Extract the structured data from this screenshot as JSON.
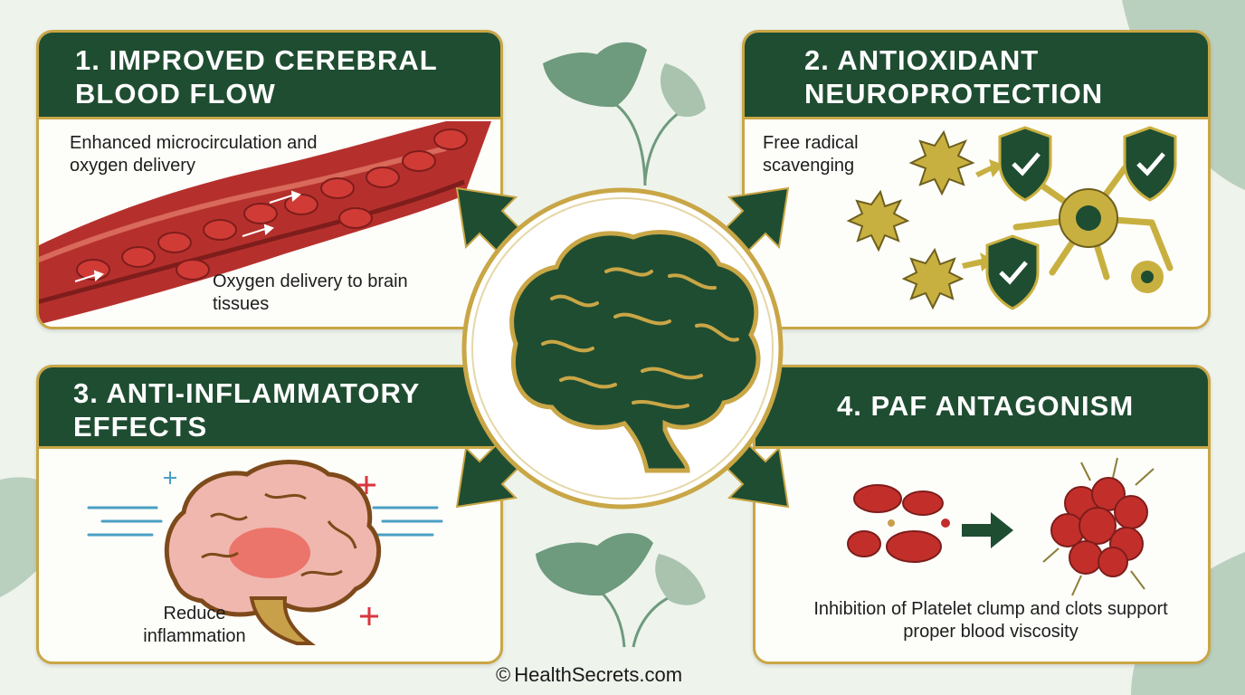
{
  "panels": [
    {
      "title_lines": [
        "1. IMPROVED CEREBRAL",
        "BLOOD FLOW"
      ],
      "texts": [
        "Enhanced microcirculation and oxygen delivery",
        "Oxygen delivery to brain tissues"
      ]
    },
    {
      "title_lines": [
        "2. ANTIOXIDANT",
        "NEUROPROTECTION"
      ],
      "texts": [
        "Free radical scavenging"
      ]
    },
    {
      "title_lines": [
        "3. ANTI-INFLAMMATORY",
        "EFFECTS"
      ],
      "texts": [
        "Reduce inflammation"
      ]
    },
    {
      "title_lines": [
        "4. PAF ANTAGONISM"
      ],
      "texts": [
        "Inhibition of Platelet clump and clots support proper blood viscosity"
      ]
    }
  ],
  "footer": {
    "copyright_symbol": "©",
    "site": "HealthSecrets.com"
  },
  "colors": {
    "header_green": "#1f4d31",
    "gold_border": "#c9a646",
    "blood_red": "#b5302d",
    "ginkgo_green": "#6e9a7d",
    "background": "#eef3ec"
  },
  "icons": [
    "ginkgo-leaf-icon",
    "brain-icon",
    "blood-vessel-icon",
    "free-radical-icon",
    "shield-check-icon",
    "neuron-icon",
    "inflamed-brain-icon",
    "red-blood-cell-icon",
    "clot-icon",
    "arrow-icon"
  ]
}
